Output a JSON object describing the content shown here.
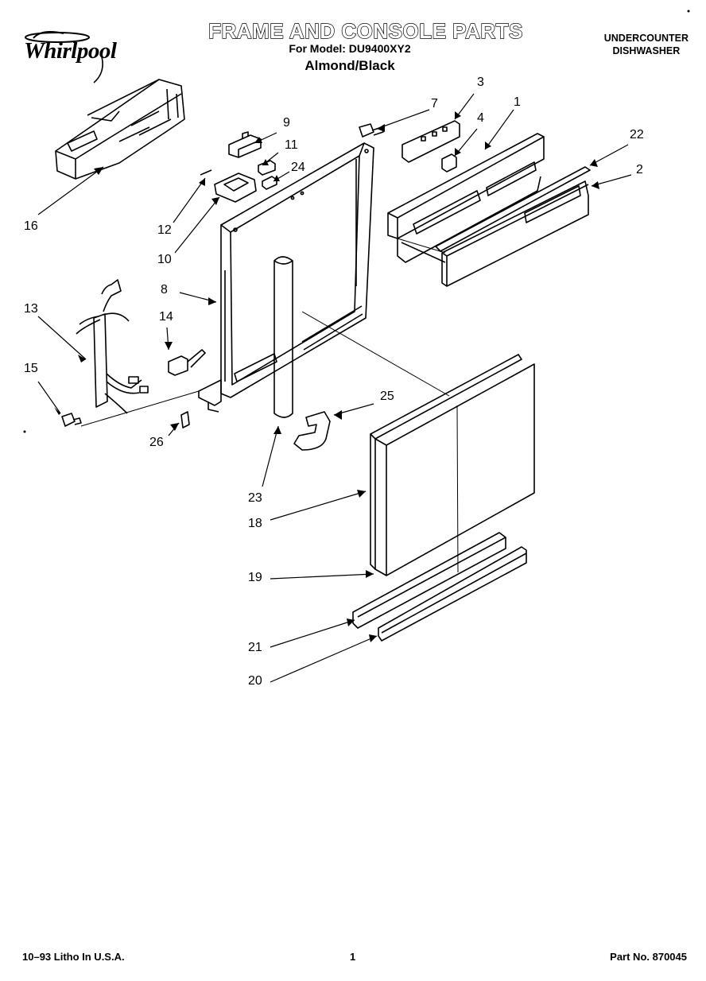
{
  "header": {
    "brand": "Whirlpool",
    "title": "FRAME AND CONSOLE PARTS",
    "model_line": "For Model: DU9400XY2",
    "color_line": "Almond/Black",
    "category_line1": "UNDERCOUNTER",
    "category_line2": "DISHWASHER"
  },
  "callouts": {
    "c1": "1",
    "c2": "2",
    "c3": "3",
    "c4": "4",
    "c7": "7",
    "c8": "8",
    "c9": "9",
    "c10": "10",
    "c11": "11",
    "c12": "12",
    "c13": "13",
    "c14": "14",
    "c15": "15",
    "c16": "16",
    "c18": "18",
    "c19": "19",
    "c20": "20",
    "c21": "21",
    "c22": "22",
    "c23": "23",
    "c24": "24",
    "c25": "25",
    "c26": "26"
  },
  "footer": {
    "litho": "10–93 Litho In U.S.A.",
    "page": "1",
    "part_no": "Part No. 870045"
  }
}
